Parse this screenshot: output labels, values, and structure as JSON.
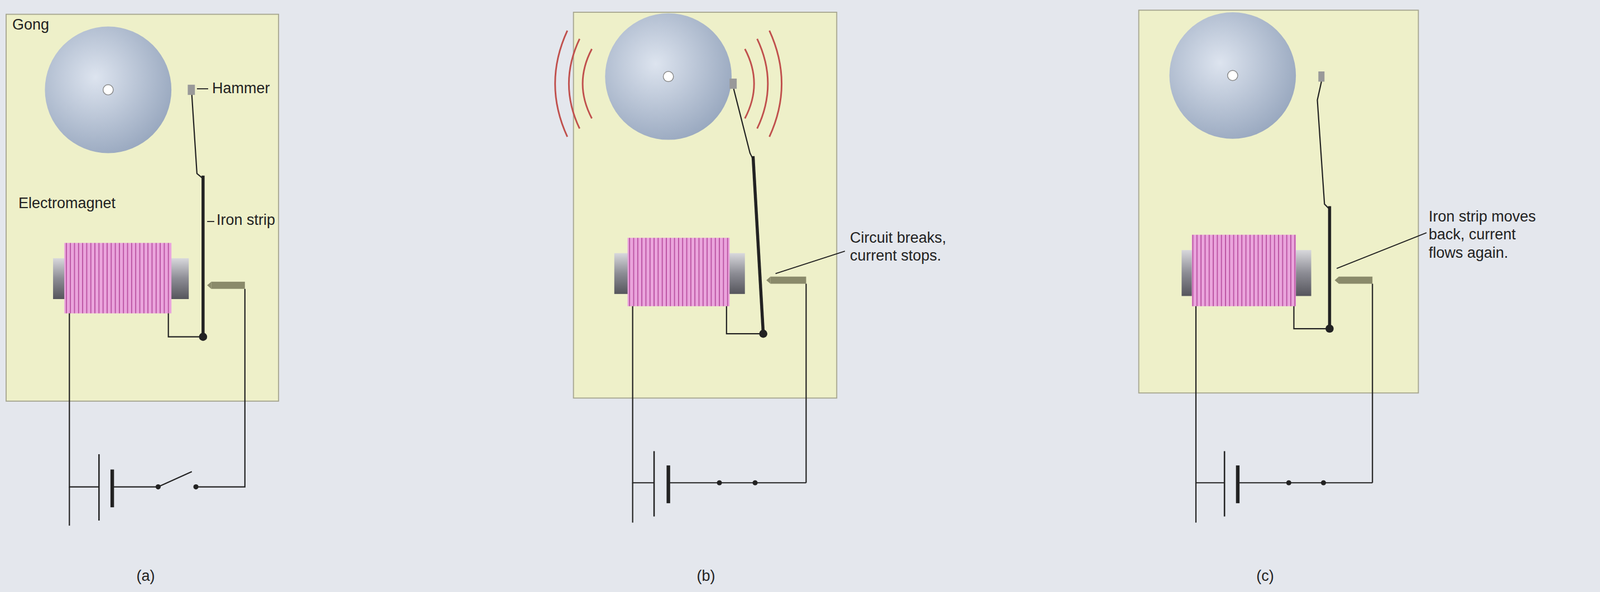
{
  "diagram": {
    "labels": [
      "Gong",
      "Hammer",
      "Electromagnet",
      "Iron strip",
      "Circuit breaks, current stops.",
      "Iron strip moves back, current flows again.",
      "(a)",
      "(b)",
      "(c)"
    ]
  }
}
